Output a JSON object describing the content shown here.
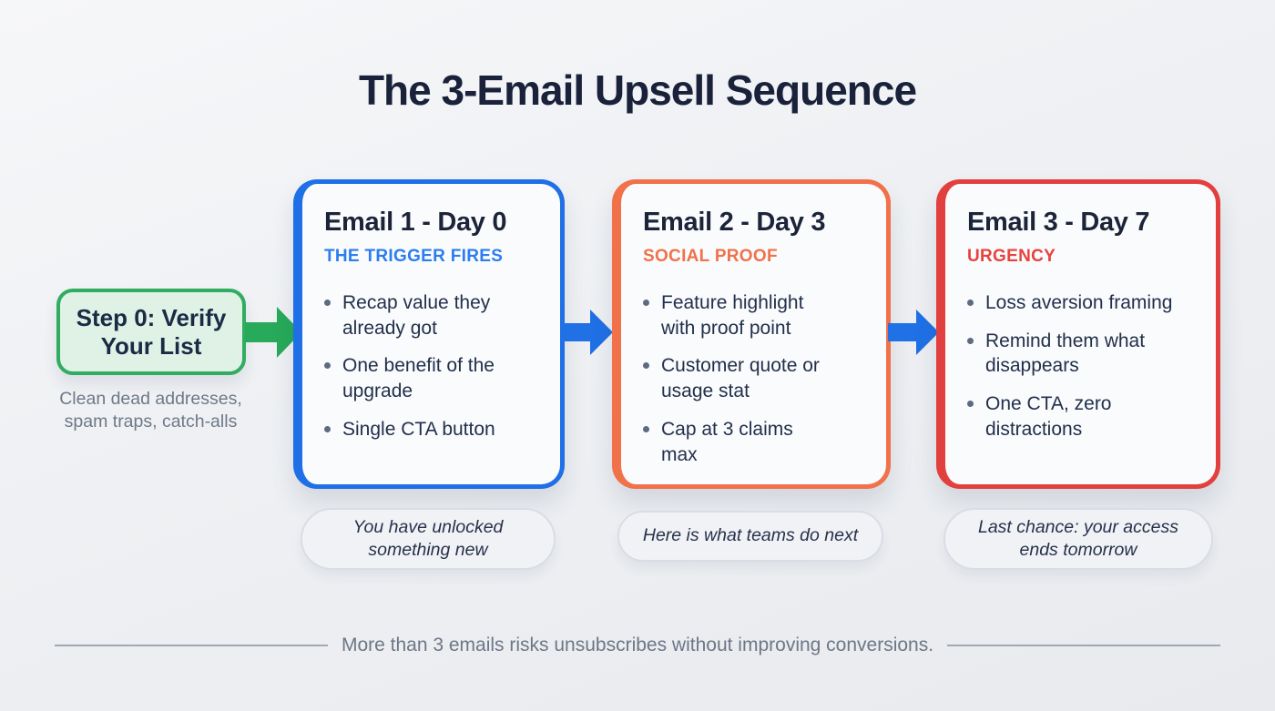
{
  "title": "The 3-Email Upsell Sequence",
  "step0": {
    "label": "Step 0: Verify Your List",
    "caption": "Clean dead addresses, spam traps, catch-alls",
    "border_color": "#31ac60",
    "background_color": "#dff2e5"
  },
  "arrows": {
    "step0_to_email1_color": "#27aa59",
    "between_emails_color": "#2070e6"
  },
  "emails": [
    {
      "title": "Email 1 - Day 0",
      "subtitle": "THE TRIGGER FIRES",
      "accent_color": "#1f6fe6",
      "bullets": [
        "Recap value they already got",
        "One benefit of the upgrade",
        "Single CTA button"
      ],
      "subject_line": "You have unlocked something new"
    },
    {
      "title": "Email 2 - Day 3",
      "subtitle": "SOCIAL PROOF",
      "accent_color": "#f0714a",
      "bullets": [
        "Feature highlight with proof point",
        "Customer quote or usage stat",
        "Cap at 3 claims max"
      ],
      "subject_line": "Here is what teams do next"
    },
    {
      "title": "Email 3 - Day 7",
      "subtitle": "URGENCY",
      "accent_color": "#e2403e",
      "bullets": [
        "Loss aversion framing",
        "Remind them what disappears",
        "One CTA, zero distractions"
      ],
      "subject_line": "Last chance: your access ends tomorrow"
    }
  ],
  "footer": {
    "note": "More than 3 emails risks unsubscribes without improving conversions."
  },
  "colors": {
    "page_background": "#eef0f3",
    "heading_text": "#19223a",
    "body_text": "#22304a",
    "muted_text": "#6e7988",
    "card_background": "#fafbfd"
  }
}
